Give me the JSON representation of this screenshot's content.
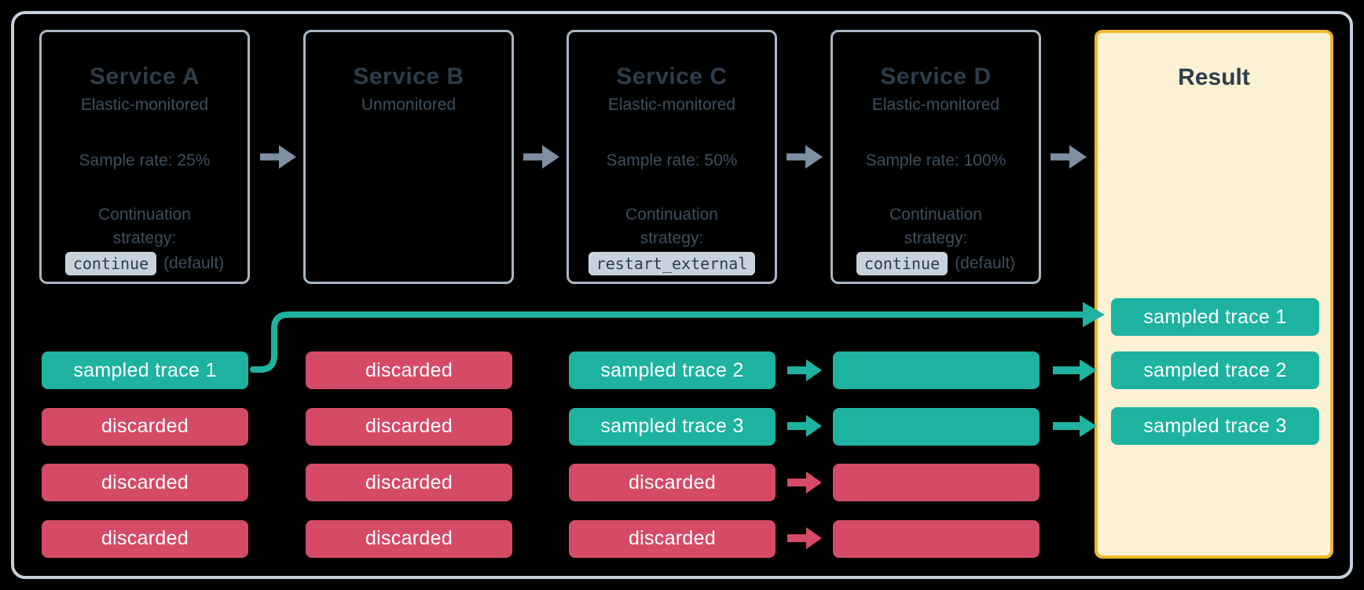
{
  "colors": {
    "background": "#000000",
    "outer_frame_border": "#c6d0db",
    "service_card_border": "#aab7c4",
    "title_text": "#2e3d4b",
    "body_text": "#3e4e5d",
    "code_badge_bg": "#c7d2dd",
    "sampled_teal": "#1db3a0",
    "discarded_red": "#d54b66",
    "flow_arrow_gray": "#7d8fa0",
    "result_bg": "#fbf2d6",
    "result_border": "#f1b62d"
  },
  "services": [
    {
      "title": "Service A",
      "monitoring": "Elastic-monitored",
      "sample_rate": "Sample rate: 25%",
      "continuation_line1": "Continuation",
      "continuation_line2": "strategy:",
      "strategy_code": "continue",
      "strategy_suffix": "(default)"
    },
    {
      "title": "Service B",
      "monitoring": "Unmonitored"
    },
    {
      "title": "Service C",
      "monitoring": "Elastic-monitored",
      "sample_rate": "Sample rate: 50%",
      "continuation_line1": "Continuation",
      "continuation_line2": "strategy:",
      "strategy_code": "restart_external"
    },
    {
      "title": "Service D",
      "monitoring": "Elastic-monitored",
      "sample_rate": "Sample rate: 100%",
      "continuation_line1": "Continuation",
      "continuation_line2": "strategy:",
      "strategy_code": "continue",
      "strategy_suffix": "(default)"
    }
  ],
  "traces": {
    "service_a": [
      {
        "label": "sampled trace 1",
        "status": "sampled"
      },
      {
        "label": "discarded",
        "status": "discarded"
      },
      {
        "label": "discarded",
        "status": "discarded"
      },
      {
        "label": "discarded",
        "status": "discarded"
      }
    ],
    "service_b": [
      {
        "label": "discarded",
        "status": "discarded"
      },
      {
        "label": "discarded",
        "status": "discarded"
      },
      {
        "label": "discarded",
        "status": "discarded"
      },
      {
        "label": "discarded",
        "status": "discarded"
      }
    ],
    "service_c": [
      {
        "label": "sampled trace 2",
        "status": "sampled"
      },
      {
        "label": "sampled trace 3",
        "status": "sampled"
      },
      {
        "label": "discarded",
        "status": "discarded"
      },
      {
        "label": "discarded",
        "status": "discarded"
      }
    ],
    "service_d": [
      {
        "label": "",
        "status": "sampled"
      },
      {
        "label": "",
        "status": "sampled"
      },
      {
        "label": "",
        "status": "discarded"
      },
      {
        "label": "",
        "status": "discarded"
      }
    ]
  },
  "result": {
    "title": "Result",
    "traces": [
      {
        "label": "sampled trace 1",
        "status": "sampled"
      },
      {
        "label": "sampled trace 2",
        "status": "sampled"
      },
      {
        "label": "sampled trace 3",
        "status": "sampled"
      }
    ]
  }
}
